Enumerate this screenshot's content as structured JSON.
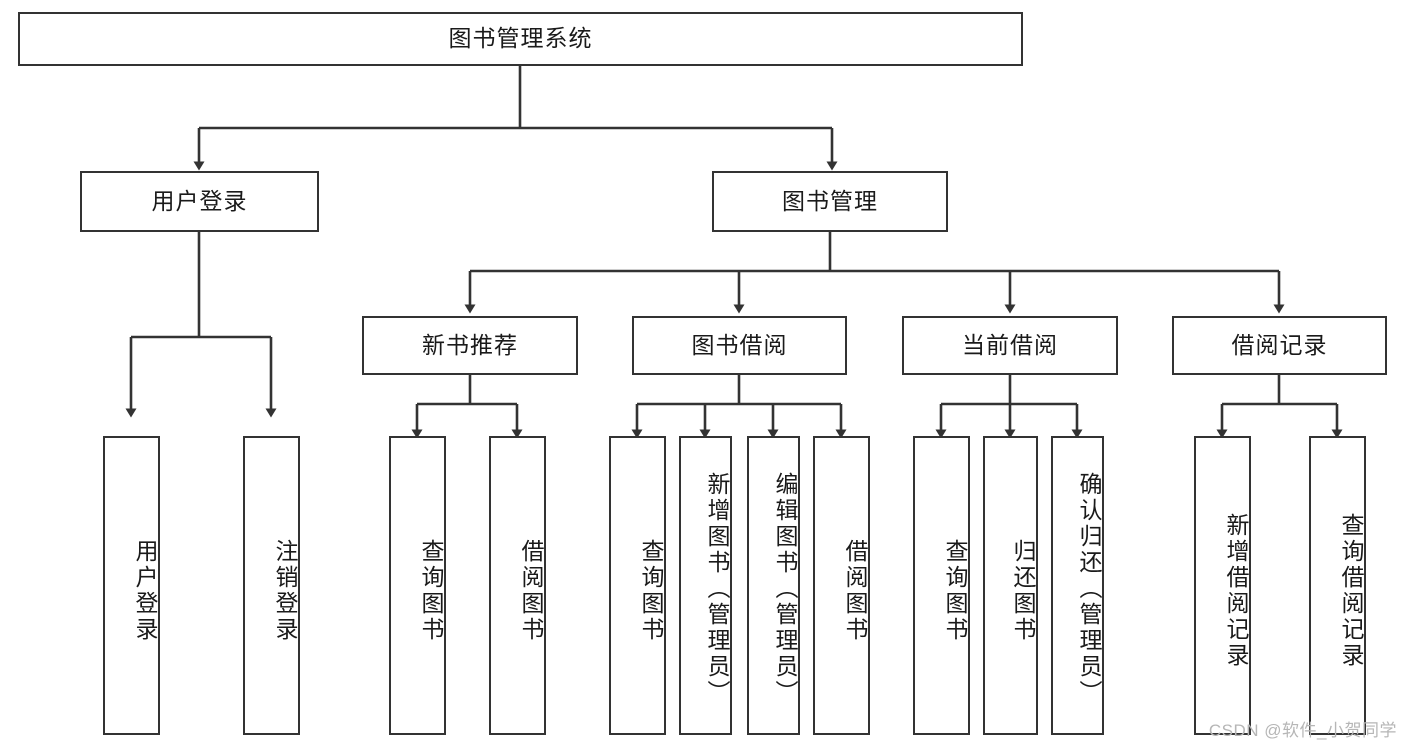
{
  "diagram": {
    "title": "图书管理系统",
    "type": "tree-hierarchy-chart",
    "colors": {
      "box_border": "#333333",
      "box_fill": "#ffffff",
      "edge": "#333333",
      "text": "#1a1a1a",
      "watermark": "#b6b6b6",
      "background": "#ffffff"
    }
  },
  "root": {
    "label": "图书管理系统"
  },
  "level1": [
    {
      "label": "用户登录"
    },
    {
      "label": "图书管理"
    }
  ],
  "level2": [
    {
      "label": "新书推荐"
    },
    {
      "label": "图书借阅"
    },
    {
      "label": "当前借阅"
    },
    {
      "label": "借阅记录"
    }
  ],
  "leaves": {
    "user_login": [
      {
        "label": "用户登录"
      },
      {
        "label": "注销登录"
      }
    ],
    "new_book_recommend": [
      {
        "label": "查询图书"
      },
      {
        "label": "借阅图书"
      }
    ],
    "book_borrow": [
      {
        "label": "查询图书"
      },
      {
        "label": "新增图书（管理员）"
      },
      {
        "label": "编辑图书（管理员）"
      },
      {
        "label": "借阅图书"
      }
    ],
    "current_borrow": [
      {
        "label": "查询图书"
      },
      {
        "label": "归还图书"
      },
      {
        "label": "确认归还（管理员）"
      }
    ],
    "borrow_record": [
      {
        "label": "新增借阅记录"
      },
      {
        "label": "查询借阅记录"
      }
    ]
  },
  "watermark": {
    "text": "CSDN @软件_小贺同学"
  }
}
